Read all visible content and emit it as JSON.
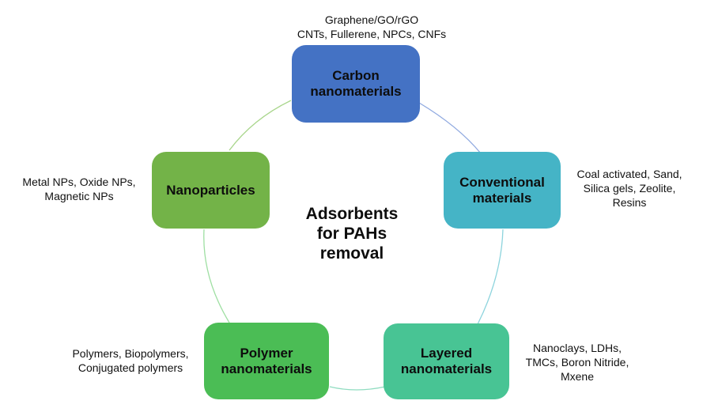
{
  "center": {
    "line1": "Adsorbents",
    "line2": "for PAHs",
    "line3": "removal"
  },
  "nodes": [
    {
      "id": "carbon",
      "line1": "Carbon",
      "line2": "nanomaterials",
      "color": "#4472C4",
      "examples": [
        "Graphene/GO/rGO",
        "CNTs, Fullerene, NPCs, CNFs"
      ]
    },
    {
      "id": "conventional",
      "line1": "Conventional",
      "line2": "materials",
      "color": "#45B4C6",
      "examples": [
        "Coal activated, Sand,",
        "Silica gels, Zeolite,",
        "Resins"
      ]
    },
    {
      "id": "layered",
      "line1": "Layered",
      "line2": "nanomaterials",
      "color": "#48C494",
      "examples": [
        "Nanoclays, LDHs,",
        "TMCs, Boron Nitride,",
        "Mxene"
      ]
    },
    {
      "id": "polymer",
      "line1": "Polymer",
      "line2": "nanomaterials",
      "color": "#4BBD55",
      "examples": [
        "Polymers, Biopolymers,",
        "Conjugated polymers"
      ]
    },
    {
      "id": "nanoparticles",
      "line1": "Nanoparticles",
      "line2": "",
      "color": "#73B348",
      "examples": [
        "Metal NPs, Oxide NPs,",
        "Magnetic NPs"
      ]
    }
  ],
  "arc_colors": [
    "#8FA9E0",
    "#8DD4DD",
    "#8FDCC0",
    "#9EDFA2",
    "#A9D68C"
  ]
}
